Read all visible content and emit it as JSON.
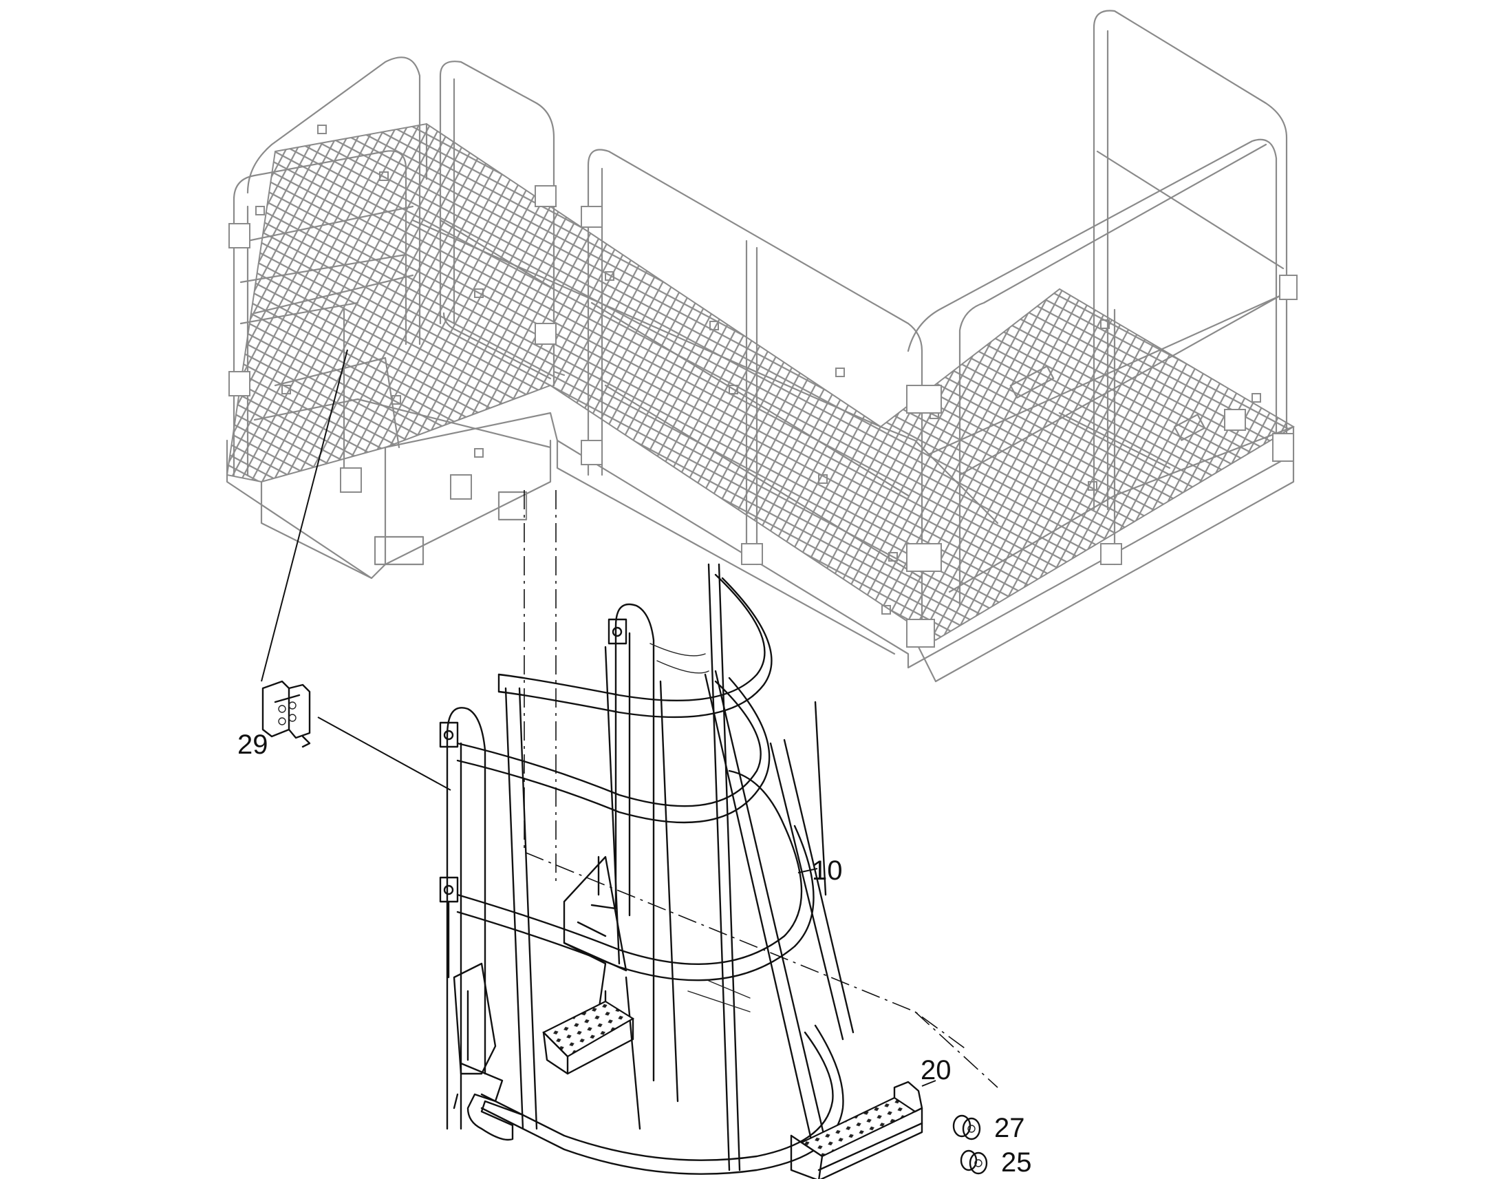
{
  "diagram": {
    "colors": {
      "line": "#111111",
      "context": "#8a8a8a",
      "background": "#ffffff"
    },
    "callouts": {
      "c10": "10",
      "c20": "20",
      "c25": "25",
      "c27": "27",
      "c29": "29"
    }
  }
}
